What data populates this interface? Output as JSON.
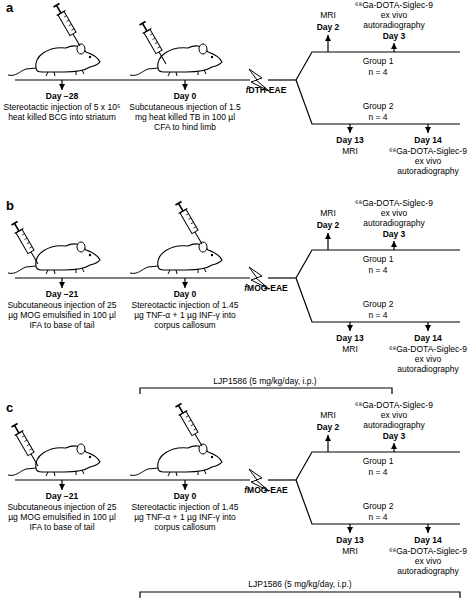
{
  "diagram": {
    "labels": [
      "a",
      "Day −28",
      "Stereotactic injection of 5 x 10⁵ heat killed BCG into striatum",
      "Day 0",
      "Subcutaneous injection of 1.5 mg heat killed TB in 100 µl CFA to hind limb",
      "fDTH-EAE",
      "MRI",
      "Day 2",
      "⁶⁸Ga-DOTA-Siglec-9 ex vivo autoradiography",
      "Day 3",
      "Group 1",
      "n = 4",
      "Group 2",
      "n = 4",
      "Day 13",
      "MRI",
      "Day 14",
      "⁶⁸Ga-DOTA-Siglec-9 ex vivo autoradiography",
      "b",
      "Day −21",
      "Subcutaneous injection of 25 µg MOG emulsified in 100 µl IFA to base of tail",
      "Day 0",
      "Stereotactic injection of 1.45 µg TNF-α + 1 µg INF-γ into corpus callosum",
      "fMOG-EAE",
      "MRI",
      "Day 2",
      "⁶⁸Ga-DOTA-Siglec-9 ex vivo autoradiography",
      "Day 3",
      "Group 1",
      "n = 4",
      "Group 2",
      "n = 4",
      "Day 13",
      "MRI",
      "Day 14",
      "⁶⁸Ga-DOTA-Siglec-9 ex vivo autoradiography",
      "LJP1586 (5 mg/kg/day, i.p.)",
      "c",
      "Day −21",
      "Subcutaneous injection of 25 µg MOG emulsified in 100 µl IFA to base of tail",
      "Day 0",
      "Stereotactic injection of 1.45 µg TNF-α + 1 µg INF-γ into corpus callosum",
      "fMOG-EAE",
      "MRI",
      "Day 2",
      "⁶⁸Ga-DOTA-Siglec-9 ex vivo autoradiography",
      "Day 3",
      "Group 1",
      "n = 4",
      "Group 2",
      "n = 4",
      "Day 13",
      "MRI",
      "Day 14",
      "⁶⁸Ga-DOTA-Siglec-9 ex vivo autoradiography",
      "LJP1586 (5 mg/kg/day, i.p.)"
    ]
  }
}
